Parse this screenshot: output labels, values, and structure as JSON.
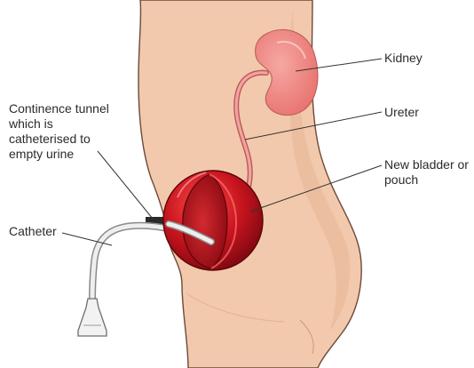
{
  "labels": {
    "kidney": "Kidney",
    "ureter": "Ureter",
    "new_bladder": "New bladder or pouch",
    "continence_tunnel": "Continence tunnel which is catheterised to empty urine",
    "catheter": "Catheter"
  },
  "colors": {
    "skin": "#f2c9ac",
    "skin_shadow": "#e6b596",
    "outline": "#6b4a3a",
    "kidney": "#ef8a86",
    "pouch": "#c8141e",
    "pouch_dark": "#8c0a12",
    "catheter": "#e8e8e8"
  }
}
